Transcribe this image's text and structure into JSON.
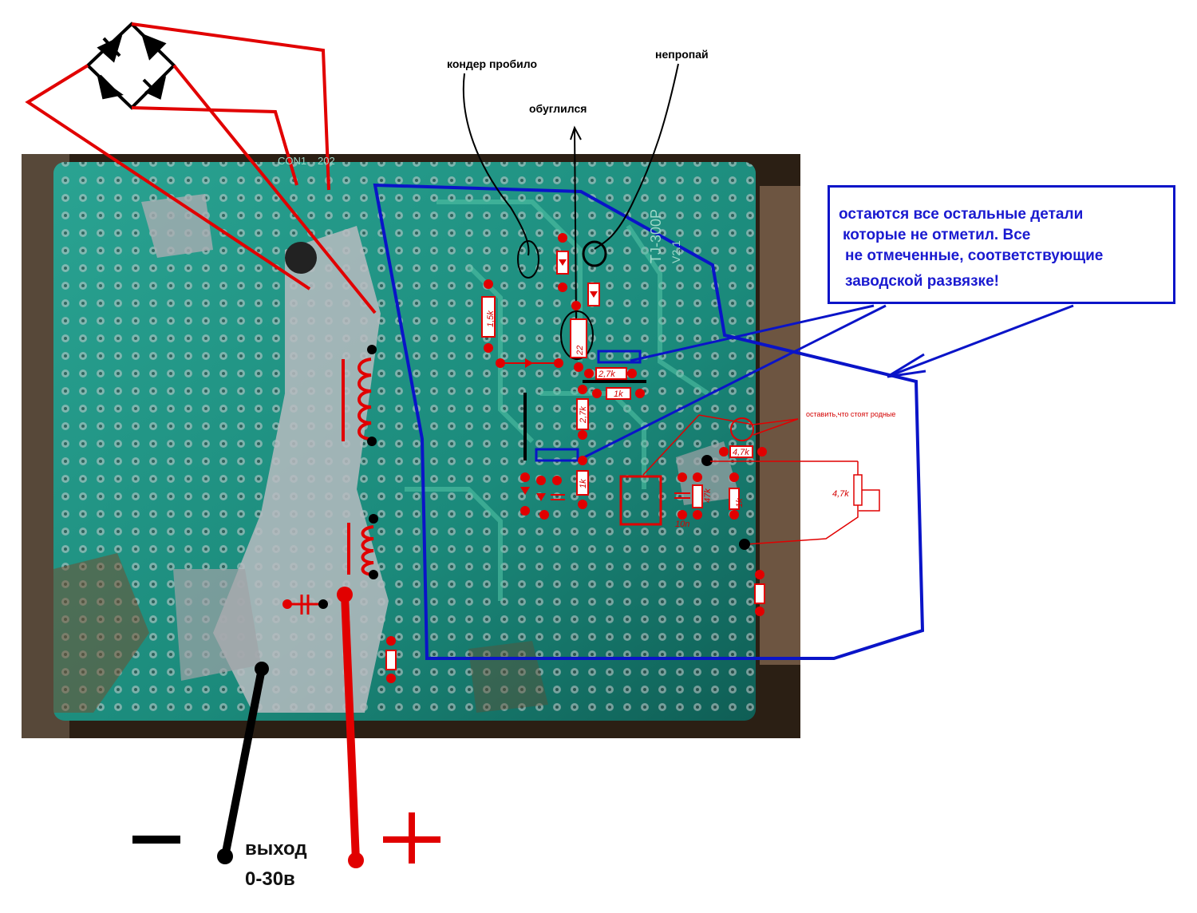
{
  "annotations": {
    "capacitor_blown": "кондер пробило",
    "not_soldered": "непропай",
    "charred": "обуглился",
    "keep_original": "оставить,что стоят родные"
  },
  "note": {
    "line1": "остаются все остальные детали",
    "line2": "которые не отметил.  Все",
    "line3": "не отмеченные, соответствующие",
    "line4": "заводской развязке!"
  },
  "output": {
    "label_line1": "выход",
    "label_line2": "0-30в",
    "minus_sign": "−",
    "plus_sign": "+"
  },
  "board": {
    "silkscreen_connector": "CON1",
    "silkscreen_connector_num": "202",
    "silkscreen_model": "TJ-300P",
    "silkscreen_version": "V2.1"
  },
  "components": {
    "r_1_5k": "1,5k",
    "r_22": "22",
    "r_2_7k_h": "2,7k",
    "r_1k_h": "1k",
    "r_2_7k_v": "2,7k",
    "r_1k_v": "1k",
    "r_47k": "47k",
    "r_1k_right": "1k",
    "r_4_7k_top": "4,7k",
    "pot_4_7k": "4,7k",
    "cap_10n": "10n"
  },
  "colors": {
    "pcb_green": "#1f9a8a",
    "solder": "#b8bcc0",
    "annotation_red": "#e10000",
    "outline_blue": "#0a14c8",
    "black": "#000000"
  }
}
